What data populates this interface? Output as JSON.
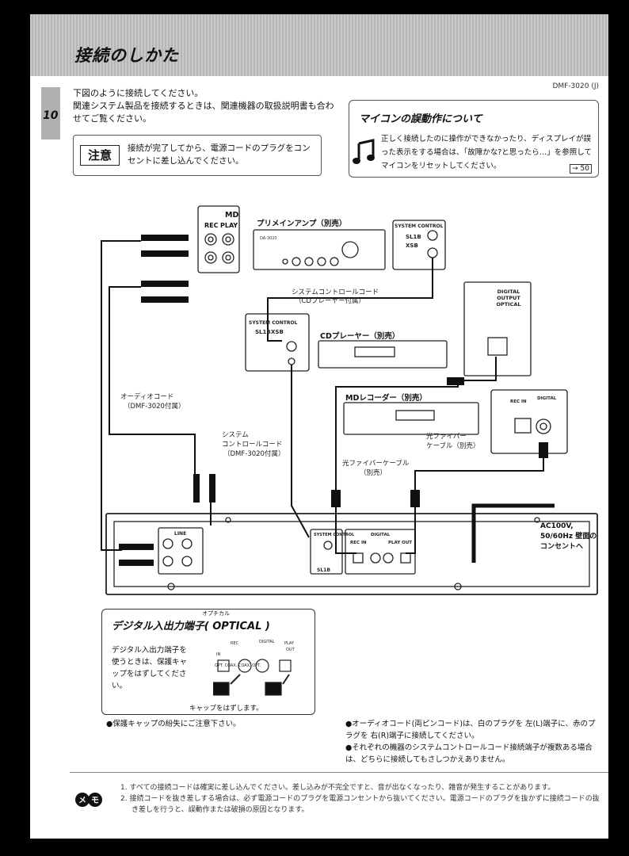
{
  "header": {
    "title": "接続のしかた",
    "model": "DMF-3020 (J)",
    "page_number": "10"
  },
  "intro": {
    "line1": "下図のように接続してください。",
    "line2": "関連システム製品を接続するときは、関連機器の取扱説明書も合わせてご覧ください。"
  },
  "caution": {
    "tag": "注意",
    "text": "接続が完了してから、電源コードのプラグをコンセントに差し込んでください。"
  },
  "micon": {
    "title": "マイコンの誤動作について",
    "body": "正しく接続したのに操作ができなかったり、ディスプレイが誤った表示をする場合は、「故障かな?と思ったら…」を参照してマイコンをリセットしてください。",
    "ref": "→ 50"
  },
  "diagram": {
    "md_label": "MD",
    "rec_label": "REC",
    "play_label": "PLAY",
    "amp_label": "プリメインアンプ（別売）",
    "system_control": "SYSTEM CONTROL",
    "syscon_cord_1": "システムコントロールコード",
    "syscon_cord_1b": "（CDプレーヤー付属）",
    "cd_label": "CDプレーヤー（別売）",
    "digital_output": "DIGITAL OUTPUT OPTICAL",
    "md_recorder_label": "MDレコーダー（別売）",
    "audio_cord": "オーディオコード",
    "audio_cord_b": "（DMF-3020付属）",
    "syscon_cord_2a": "システム",
    "syscon_cord_2b": "コントロールコード",
    "syscon_cord_2c": "（DMF-3020付属）",
    "fiber_1a": "光ファイバー",
    "fiber_1b": "ケーブル（別売）",
    "fiber_2a": "光ファイバーケーブル",
    "fiber_2b": "（別売）",
    "ac_power": "AC100V, 50/60Hz 壁面の コンセントへ",
    "digital_small": "DIGITAL",
    "rec_in": "REC IN",
    "play_out": "PLAY OUT",
    "line": "LINE",
    "slink": "SL1B",
    "xsb": "XSB"
  },
  "optical": {
    "ruby": "オプチカル",
    "title": "デジタル入出力端子( OPTICAL )",
    "desc": "デジタル入出力端子を使うときは、保護キャップをはずしてください。",
    "cap_caption": "キャップをはずします。",
    "jack_labels": "OPT.  COAX.   COAX.  OPT."
  },
  "notes": {
    "left": "●保護キャップの紛失にご注意下さい。",
    "right1": "●オーディオコード(両ピンコード)は、白のプラグを 左(L)端子に、赤のプラグを 右(R)端子に接続してください。",
    "right2": "●それぞれの機器のシステムコントロールコード接続端子が複数ある場合は、どちらに接続してもさしつかえありません。"
  },
  "footer": {
    "item1": "1. すべての接続コードは確実に差し込んでください。差し込みが不完全ですと、音が出なくなったり、雑音が発生することがあります。",
    "item2": "2. 接続コードを抜き差しする場合は、必ず電源コードのプラグを電源コンセントから抜いてください。電源コードのプラグを抜かずに接続コードの抜き差しを行うと、誤動作または破損の原因となります。"
  },
  "icons": {
    "music_note": "music-note-icon",
    "memo": "memo-icon"
  }
}
